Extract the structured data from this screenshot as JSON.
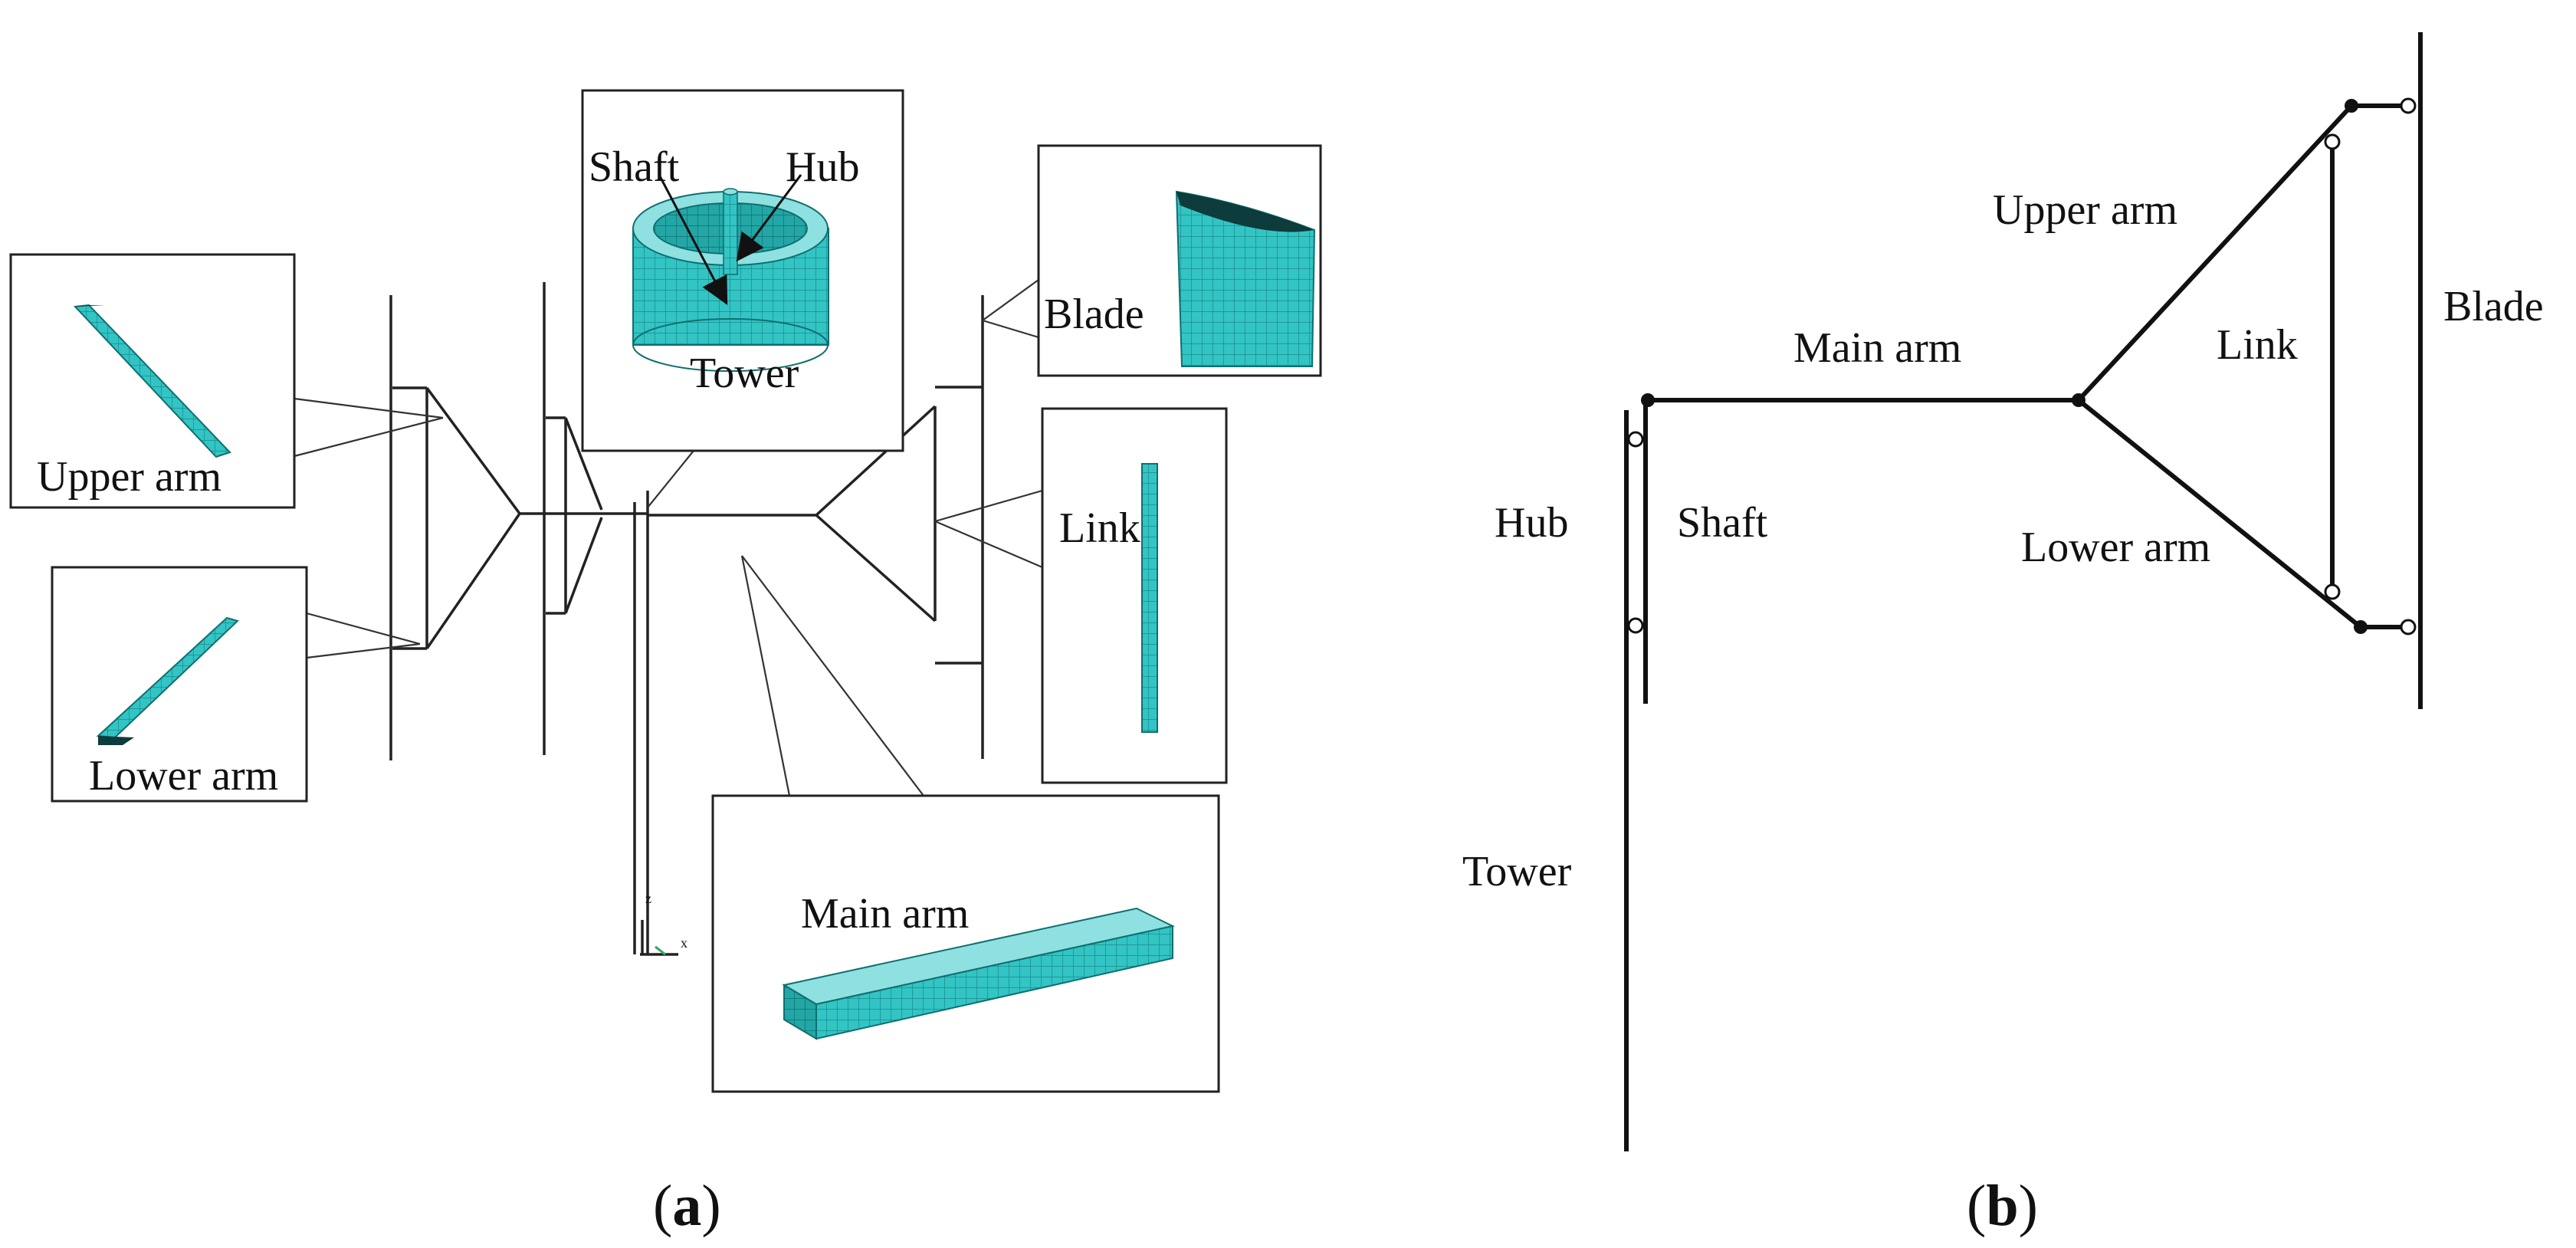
{
  "panel_a": {
    "labels": {
      "upper_arm": "Upper arm",
      "lower_arm": "Lower arm",
      "shaft": "Shaft",
      "hub": "Hub",
      "tower": "Tower",
      "blade": "Blade",
      "link": "Link",
      "main_arm": "Main arm"
    },
    "axis_labels": {
      "z": "z",
      "x": "x"
    },
    "mesh_color": "#33c4c4",
    "caption_open": "(",
    "caption_letter": "a",
    "caption_close": ")"
  },
  "panel_b": {
    "labels": {
      "upper_arm": "Upper arm",
      "blade": "Blade",
      "main_arm": "Main arm",
      "link": "Link",
      "hub": "Hub",
      "shaft": "Shaft",
      "lower_arm": "Lower arm",
      "tower": "Tower"
    },
    "caption_open": "(",
    "caption_letter": "b",
    "caption_close": ")"
  }
}
